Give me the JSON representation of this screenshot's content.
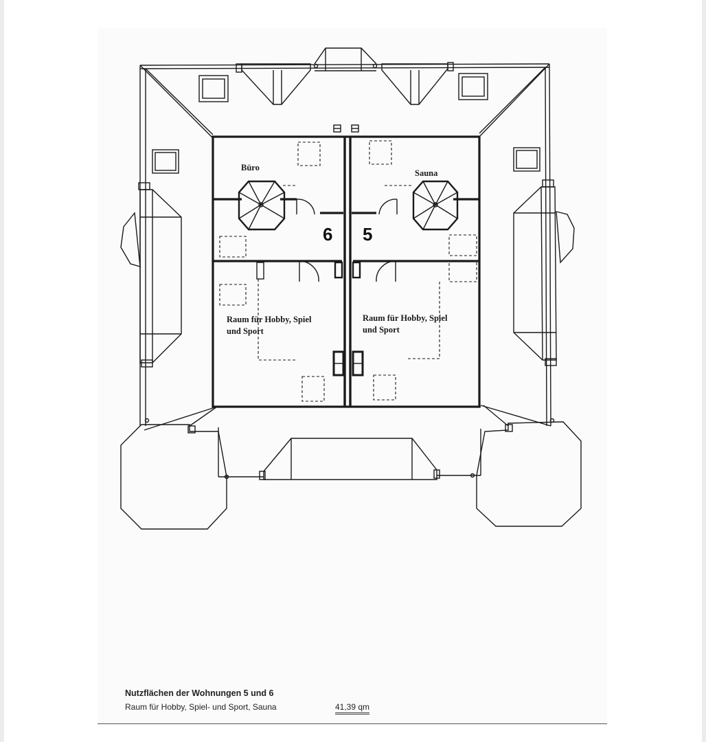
{
  "rooms": {
    "buero": "Büro",
    "sauna": "Sauna",
    "hobby_left_line1": "Raum für Hobby, Spiel",
    "hobby_left_line2": "und Sport",
    "hobby_right_line1": "Raum für Hobby, Spiel",
    "hobby_right_line2": "und Sport"
  },
  "units": {
    "left": "6",
    "right": "5"
  },
  "caption": {
    "title": "Nutzflächen der Wohnungen 5 und 6",
    "row_label": "Raum für Hobby, Spiel- und Sport, Sauna",
    "row_value": "41,39 qm"
  },
  "colors": {
    "ink": "#1a1a1a",
    "paper": "#fbfbfb"
  }
}
